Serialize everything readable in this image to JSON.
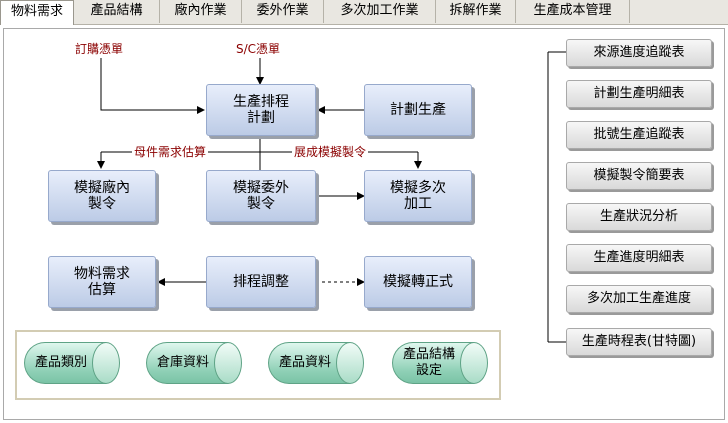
{
  "tabs": [
    "物料需求",
    "產品結構",
    "廠內作業",
    "委外作業",
    "多次加工作業",
    "拆解作業",
    "生產成本管理"
  ],
  "flow": {
    "input_order": "訂購憑單",
    "input_sc": "S/C憑單",
    "schedule": [
      "生產排程",
      "計劃"
    ],
    "plan_production": "計劃生產",
    "label_parent_estimate": "母件需求估算",
    "label_expand_order": "展成模擬製令",
    "sim_in_house": [
      "模擬廠內",
      "製令"
    ],
    "sim_outsource": [
      "模擬委外",
      "製令"
    ],
    "sim_multi": [
      "模擬多次",
      "加工"
    ],
    "material_estimate": [
      "物料需求",
      "估算"
    ],
    "schedule_adjust": "排程調整",
    "sim_to_formal": "模擬轉正式"
  },
  "databases": [
    {
      "lines": [
        "產品類別"
      ]
    },
    {
      "lines": [
        "倉庫資料"
      ]
    },
    {
      "lines": [
        "產品資料"
      ]
    },
    {
      "lines": [
        "產品結構",
        "設定"
      ]
    }
  ],
  "reports": [
    "來源進度追蹤表",
    "計劃生產明細表",
    "批號生產追蹤表",
    "模擬製令簡要表",
    "生產狀況分析",
    "生產進度明細表",
    "多次加工生產進度",
    "生產時程表(甘特圖)"
  ],
  "colors": {
    "label_red": "#8b0000",
    "node_blue": "#bccbe6",
    "db_green": "#8fd0b6"
  }
}
